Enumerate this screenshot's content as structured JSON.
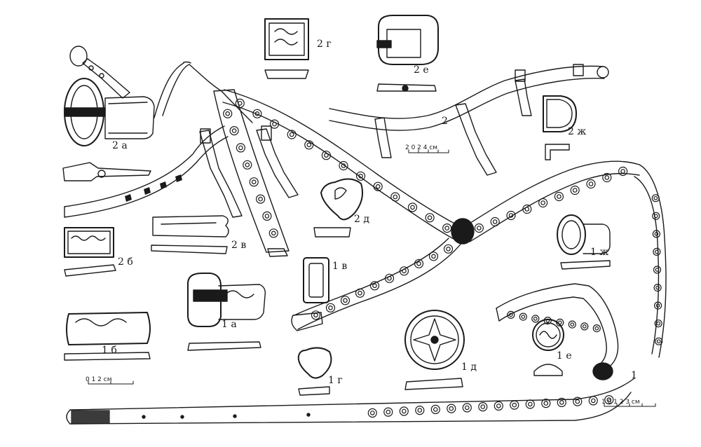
{
  "labels": {
    "a1": "1 а",
    "b1": "1 б",
    "v1": "1 в",
    "g1": "1 г",
    "d1": "1 д",
    "e1": "1 е",
    "zh1": "1 ж",
    "one": "1",
    "a2": "2 а",
    "b2": "2 б",
    "v2": "2 в",
    "g2": "2 г",
    "d2": "2 д",
    "e2": "2 е",
    "zh2": "2 ж",
    "two": "2"
  },
  "scales": {
    "s1": "2 0 2 4 см",
    "s2": "0 1 2 см",
    "s3": "1 0 1 2 3 см"
  },
  "colors": {
    "ink": "#1a1a1a",
    "paper": "#ffffff"
  }
}
